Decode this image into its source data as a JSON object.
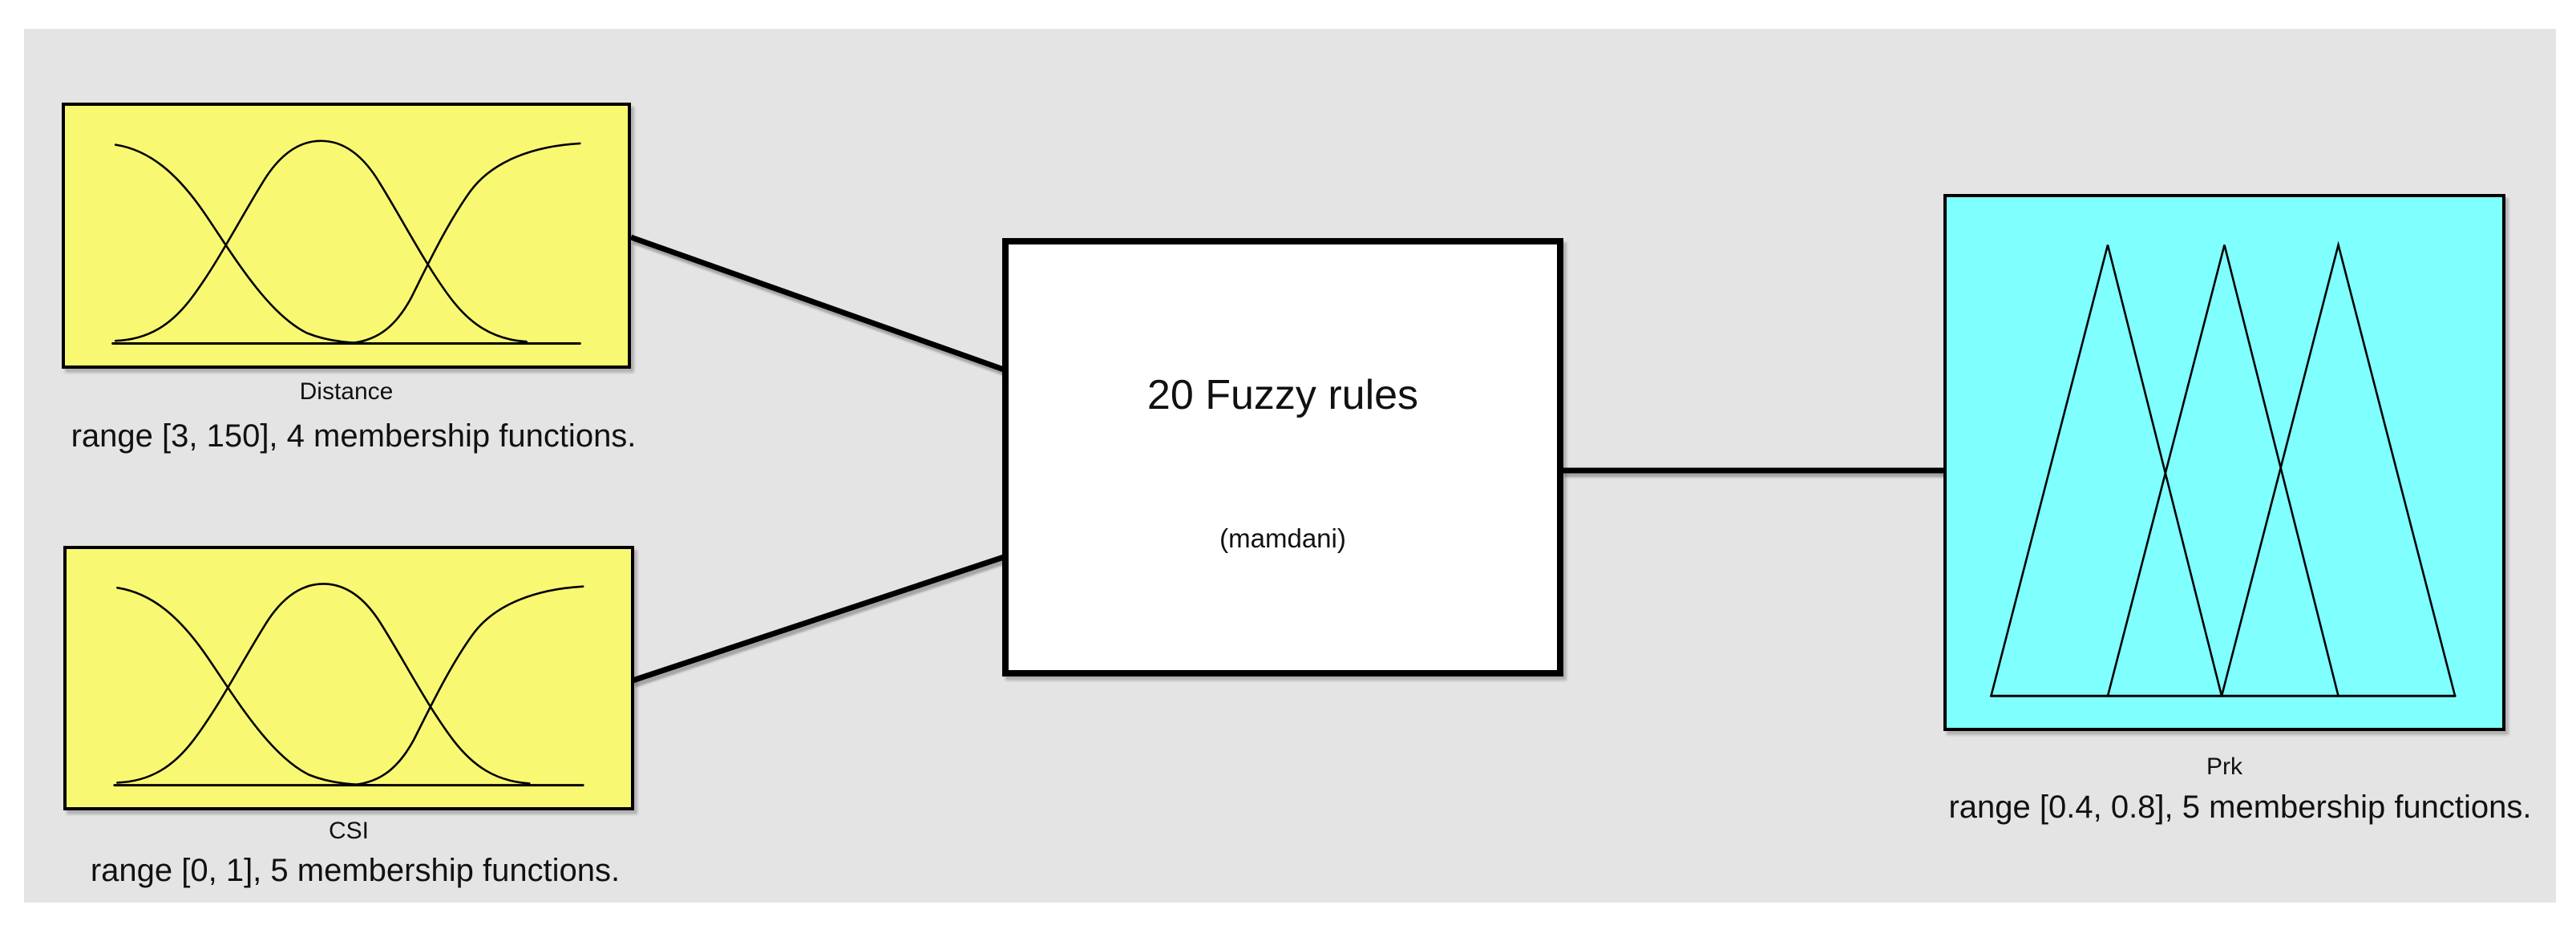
{
  "rules_node": {
    "label": "20 Fuzzy rules",
    "sublabel": "(mamdani)"
  },
  "inputs": [
    {
      "name": "Distance",
      "range_text": "range [3, 150], 4 membership functions.",
      "mf_curve_type": "gaussian"
    },
    {
      "name": "CSI",
      "range_text": "range [0, 1], 5 membership functions.",
      "mf_curve_type": "gaussian"
    }
  ],
  "output": {
    "name": "Prk",
    "range_text": "range [0.4, 0.8], 5 membership functions.",
    "mf_curve_type": "triangular"
  },
  "colors": {
    "input_fill": "#f9f873",
    "output_fill": "#80ffff",
    "rules_fill": "#ffffff",
    "panel_background": "#e4e4e4",
    "stroke": "#000000",
    "text": "#111111"
  }
}
